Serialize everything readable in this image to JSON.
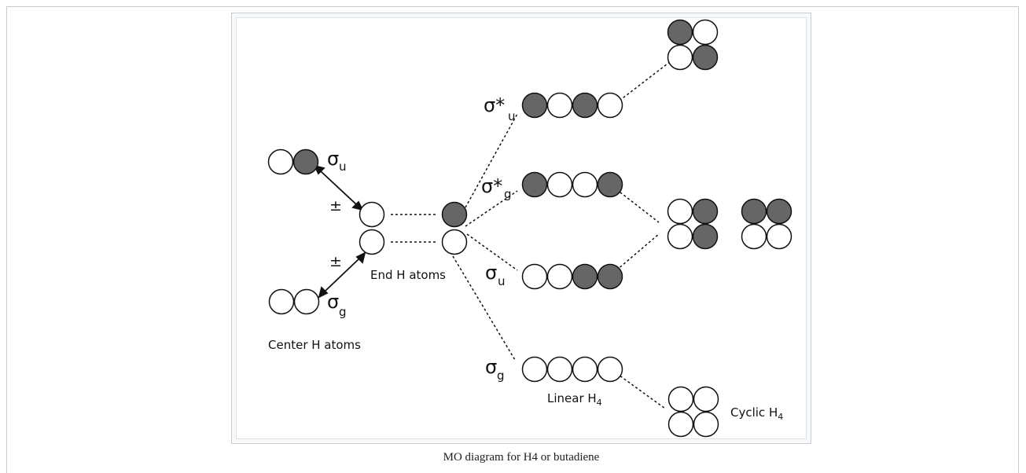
{
  "caption": "MO diagram for H4 or butadiene",
  "labels": {
    "center_atoms": "Center H atoms",
    "end_atoms": "End H atoms",
    "linear_h4": "Linear H",
    "linear_h4_sub": "4",
    "cyclic_h4": "Cyclic H",
    "cyclic_h4_sub": "4",
    "plus_minus": "±"
  },
  "orbitals": {
    "center_sigma_u": {
      "symbol": "σ",
      "sub": "u",
      "phases": [
        0,
        1
      ]
    },
    "center_sigma_g": {
      "symbol": "σ",
      "sub": "g",
      "phases": [
        0,
        0
      ]
    },
    "linear": [
      {
        "symbol": "σ*",
        "sub": "u",
        "phases": [
          1,
          0,
          1,
          0
        ]
      },
      {
        "symbol": "σ*",
        "sub": "g",
        "phases": [
          1,
          0,
          0,
          1
        ]
      },
      {
        "symbol": "σ",
        "sub": "u",
        "phases": [
          0,
          0,
          1,
          1
        ]
      },
      {
        "symbol": "σ",
        "sub": "g",
        "phases": [
          0,
          0,
          0,
          0
        ]
      }
    ],
    "cyclic": {
      "top": [
        1,
        0,
        0,
        1
      ],
      "degenerate_a": [
        0,
        1,
        0,
        1
      ],
      "degenerate_b": [
        1,
        1,
        0,
        0
      ],
      "bottom": [
        0,
        0,
        0,
        0
      ]
    }
  },
  "colors": {
    "filled": "#666666",
    "empty": "#ffffff",
    "stroke": "#111111"
  }
}
